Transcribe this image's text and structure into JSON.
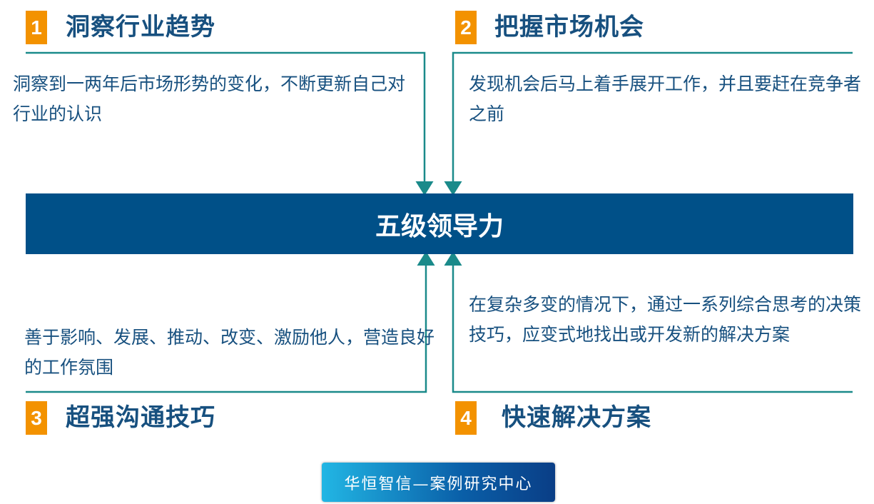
{
  "center": "五级领导力",
  "quadrants": [
    {
      "number": "1",
      "title": "洞察行业趋势",
      "text": "洞察到一两年后市场形势的变化，不断更新自己对行业的认识"
    },
    {
      "number": "2",
      "title": "把握市场机会",
      "text": "发现机会后马上着手展开工作，并且要赶在竞争者之前"
    },
    {
      "number": "3",
      "title": "超强沟通技巧",
      "text": "善于影响、发展、推动、改变、激励他人，营造良好的工作氛围"
    },
    {
      "number": "4",
      "title": "快速解决方案",
      "text": "在复杂多变的情况下，通过一系列综合思考的决策技巧，应变式地找出或开发新的解决方案"
    }
  ],
  "footer": "华恒智信—案例研究中心",
  "colors": {
    "accent": "#f39200",
    "primary": "#005088",
    "line": "#1a8a8a"
  }
}
